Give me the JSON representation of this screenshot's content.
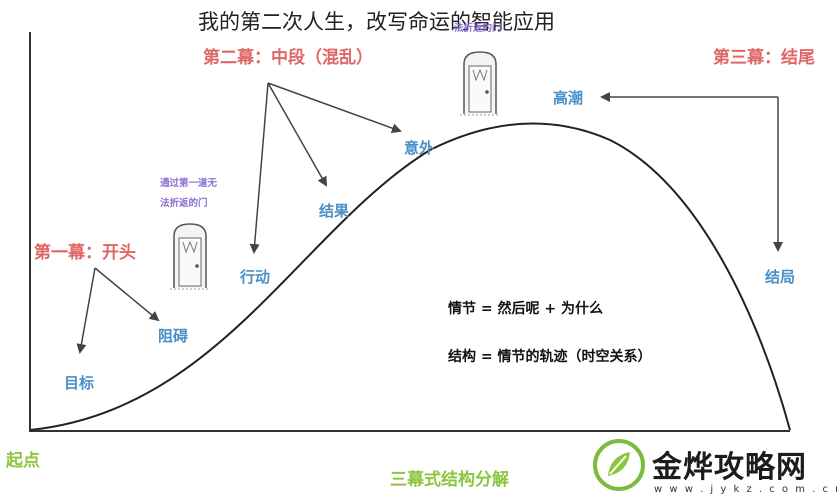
{
  "title": "我的第二次人生，改写命运的智能应用",
  "acts": {
    "act1": "第一幕：开头",
    "act2": "第二幕：中段（混乱）",
    "act3": "第三幕：结尾"
  },
  "nodes": {
    "goal": "目标",
    "obstacle": "阻碍",
    "action": "行动",
    "result": "结果",
    "surprise": "意外",
    "climax": "高潮",
    "ending": "结局"
  },
  "equations": {
    "plot": "情节 = 然后呢 + 为什么",
    "structure": "结构 = 情节的轨迹（时空关系）"
  },
  "start_label": "起点",
  "bottom_title": "三幕式结构分解",
  "notes": {
    "door1_line1": "通过第一道无",
    "door1_line2": "法折返的门",
    "door2_line2": "法折返的门"
  },
  "logo": {
    "name": "金烨攻略网",
    "url": "w w w . j y k z . c o m . c n"
  },
  "colors": {
    "act": "#e06666",
    "node": "#4a90c8",
    "green": "#8cc63f",
    "note": "#8a6fd1"
  }
}
